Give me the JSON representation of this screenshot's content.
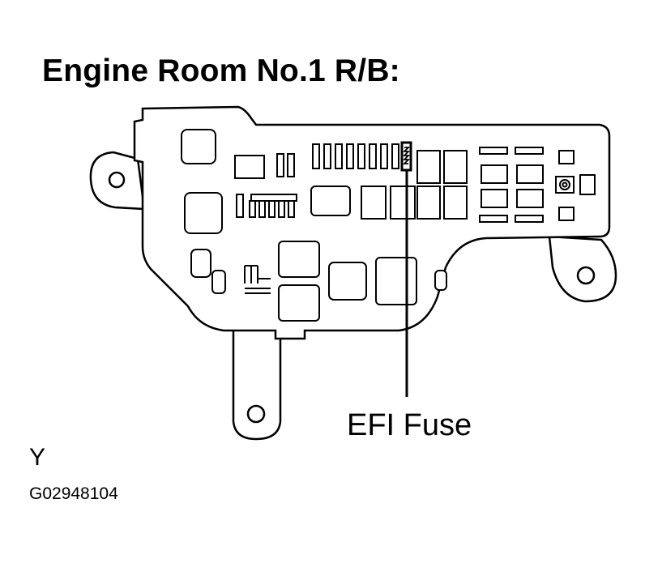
{
  "diagram": {
    "title": "Engine Room No.1 R/B:",
    "callout_label": "EFI Fuse",
    "view_letter": "Y",
    "figure_id": "G02948104",
    "colors": {
      "line": "#000000",
      "background": "#ffffff"
    }
  }
}
